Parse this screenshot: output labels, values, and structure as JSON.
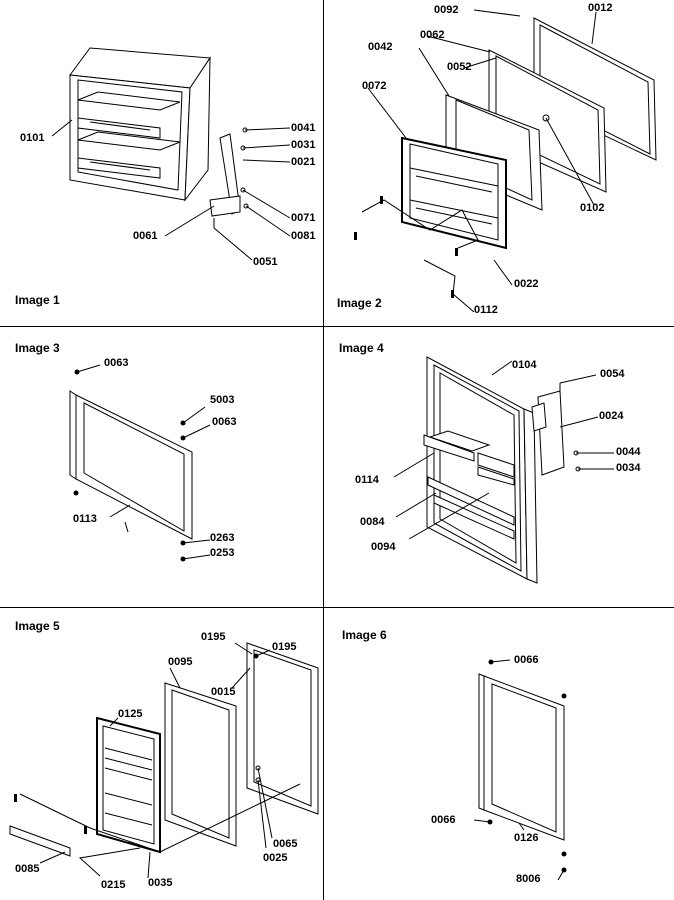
{
  "panels": [
    {
      "title": "Image 1",
      "labels": [
        "0101",
        "0041",
        "0031",
        "0021",
        "0071",
        "0081",
        "0061",
        "0051"
      ]
    },
    {
      "title": "Image 2",
      "labels": [
        "0092",
        "0012",
        "0062",
        "0042",
        "0052",
        "0072",
        "0102",
        "0022",
        "0112"
      ]
    },
    {
      "title": "Image 3",
      "labels": [
        "0063",
        "5003",
        "0063",
        "0113",
        "0263",
        "0253"
      ]
    },
    {
      "title": "Image 4",
      "labels": [
        "0104",
        "0054",
        "0024",
        "0044",
        "0034",
        "0114",
        "0084",
        "0094"
      ]
    },
    {
      "title": "Image 5",
      "labels": [
        "0195",
        "0195",
        "0095",
        "0015",
        "0125",
        "0065",
        "0025",
        "0085",
        "0215",
        "0035"
      ]
    },
    {
      "title": "Image 6",
      "labels": [
        "0066",
        "0066",
        "0126",
        "8006"
      ]
    }
  ]
}
